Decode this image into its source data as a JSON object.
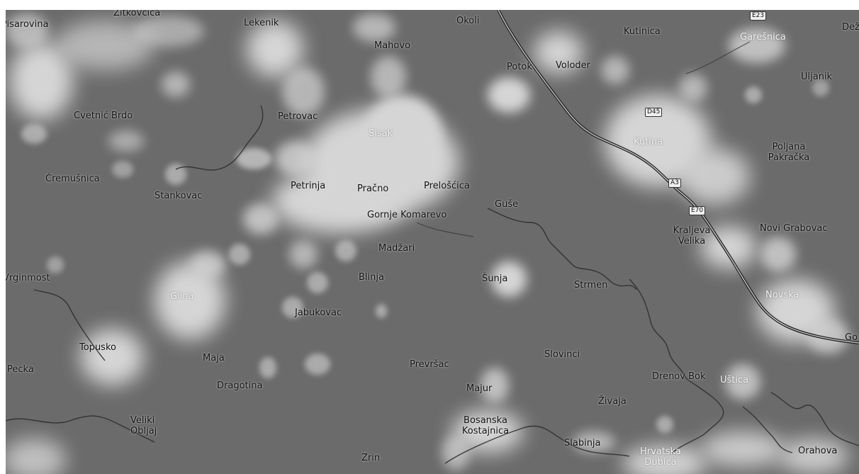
{
  "map": {
    "background_color": "#6b6b6b",
    "highlight_color": "#e9e9e9",
    "line_color": "#2e2e2e"
  },
  "labels": {
    "pisarovina": "Pisarovina",
    "zitkovcica": "Zitkovčica",
    "lekenik": "Lekenik",
    "okoli": "Okoli",
    "mahovo": "Mahovo",
    "kutinica": "Kutinica",
    "garesnica": "Garešnica",
    "dez": "Dež",
    "potok": "Potok",
    "voloder": "Voloder",
    "uljanik": "Uljanik",
    "cvetnic_brdo": "Cvetnić Brdo",
    "petrovac": "Petrovac",
    "sisak": "Sisak",
    "kutina": "Kutina",
    "poljana_pakracka": "Poljana Pakračka",
    "cremusnica": "Čremušnica",
    "stankovac": "Stankovac",
    "petrinja": "Petrinja",
    "pracno": "Pračno",
    "preloscica": "Prelošćica",
    "guse": "Guše",
    "gornje_komarevo": "Gornje Komarevo",
    "kraljeva_velika": "Kraljeva Velika",
    "novi_grabovac": "Novi Grabovac",
    "madzari": "Madžari",
    "vrginmost": "Vrginmost",
    "blinja": "Blinja",
    "sunja": "Šunja",
    "strmen": "Strmen",
    "glina": "Glina",
    "jabukovac": "Jabukovac",
    "novska": "Novska",
    "topusko": "Topusko",
    "go": "Go",
    "maja": "Maja",
    "slovinci": "Slovinci",
    "pecka": "Pecka",
    "prevrsac": "Prevršac",
    "drenov_bok": "Drenov Bok",
    "ustica": "Uštica",
    "dragotina": "Dragotina",
    "majur": "Majur",
    "zivaja": "Živaja",
    "veliki_obljaj": "Veliki Obljaj",
    "bosanska_kostajnica": "Bosanska Kostajnica",
    "slabinja": "Slabinja",
    "hrvatska_dubica": "Hrvatska Dubica",
    "orahova": "Orahova",
    "zrin": "Zrin"
  },
  "road_shields": {
    "top_right": "E23",
    "kutina": "D45",
    "a3_upper": "A3",
    "a3_lower": "E70"
  }
}
